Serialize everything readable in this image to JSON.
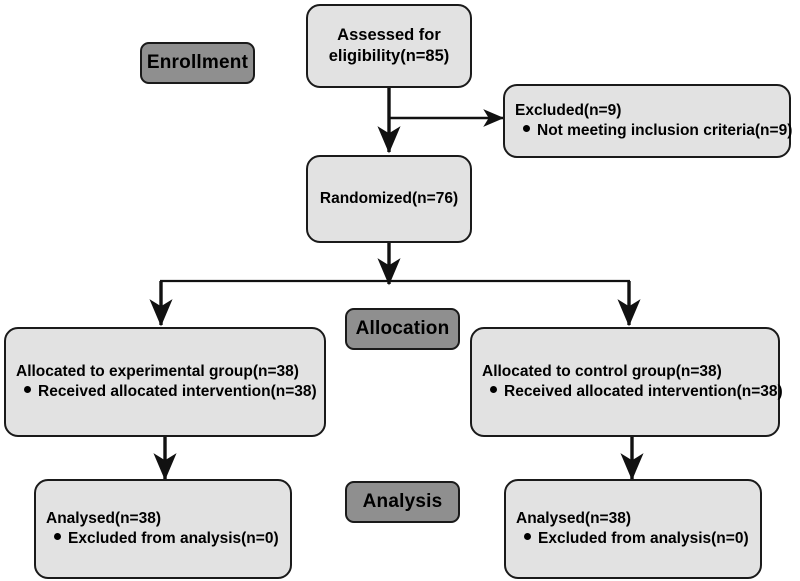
{
  "diagram": {
    "type": "consort-flow-diagram",
    "colors": {
      "node_fill": "#e2e2e2",
      "stage_label_fill": "#8f8f8f",
      "border": "#1a1a1a",
      "text": "#000000",
      "background": "#ffffff"
    },
    "stages": [
      {
        "id": "enrollment",
        "label": "Enrollment"
      },
      {
        "id": "allocation",
        "label": "Allocation"
      },
      {
        "id": "analysis",
        "label": "Analysis"
      }
    ],
    "nodes": {
      "assessed": {
        "line1": "Assessed for",
        "line2": "eligibility(n=85)"
      },
      "excluded": {
        "title": "Excluded(n=9)",
        "bullets": [
          "Not meeting inclusion criteria(n=9)"
        ]
      },
      "randomized": {
        "title": "Randomized(n=76)"
      },
      "allocated_experimental": {
        "title": "Allocated to experimental group(n=38)",
        "bullets": [
          "Received allocated intervention(n=38)"
        ]
      },
      "allocated_control": {
        "title": "Allocated to control group(n=38)",
        "bullets": [
          "Received allocated intervention(n=38)"
        ]
      },
      "analysed_experimental": {
        "title": "Analysed(n=38)",
        "bullets": [
          "Excluded from analysis(n=0)"
        ]
      },
      "analysed_control": {
        "title": "Analysed(n=38)",
        "bullets": [
          "Excluded from analysis(n=0)"
        ]
      }
    },
    "counts": {
      "assessed_for_eligibility": 85,
      "excluded": 9,
      "excluded_not_meeting_inclusion_criteria": 9,
      "randomized": 76,
      "allocated_experimental": 38,
      "received_intervention_experimental": 38,
      "allocated_control": 38,
      "received_intervention_control": 38,
      "analysed_experimental": 38,
      "excluded_from_analysis_experimental": 0,
      "analysed_control": 38,
      "excluded_from_analysis_control": 0
    }
  }
}
